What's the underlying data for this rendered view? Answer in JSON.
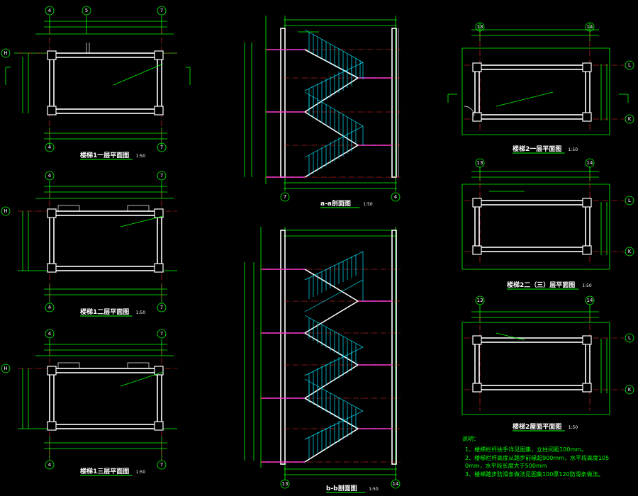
{
  "plans_left": [
    {
      "title": "楼梯1一层平面图",
      "scale": "1:50",
      "top_axes": [
        "4",
        "5",
        "7"
      ],
      "bottom_axes": [
        "4",
        "7"
      ],
      "side_axis": "H"
    },
    {
      "title": "楼梯1二层平面图",
      "scale": "1:50",
      "top_axes": [
        "4",
        "7"
      ],
      "bottom_axes": [
        "4",
        "7"
      ],
      "side_axis": "H"
    },
    {
      "title": "楼梯1三层平面图",
      "scale": "1:50",
      "top_axes": [
        "4",
        "7"
      ],
      "bottom_axes": [
        "4",
        "7"
      ],
      "side_axis": "H"
    }
  ],
  "sections": [
    {
      "title": "a-a剖面图",
      "scale": "1:50",
      "bottom_axes": [
        "7",
        "4"
      ]
    },
    {
      "title": "b-b剖面图",
      "scale": "1:50",
      "bottom_axes": [
        "13",
        "14"
      ]
    }
  ],
  "plans_right": [
    {
      "title": "楼梯2一层平面图",
      "scale": "1:50",
      "top_axes": [
        "13",
        "14"
      ],
      "side_axes": [
        "L",
        "K"
      ]
    },
    {
      "title": "楼梯2二（三）层平面图",
      "scale": "1:50",
      "top_axes": [
        "13",
        "14"
      ],
      "side_axes": [
        "L",
        "K"
      ]
    },
    {
      "title": "楼梯2屋面平面图",
      "scale": "1:50",
      "top_axes": [
        "13",
        "14"
      ],
      "side_axes": [
        "L",
        "K"
      ]
    }
  ],
  "notes": {
    "heading": "说明：",
    "items": [
      "1、楼梯栏杆扶手详见图集，立柱间距100mm。",
      "2、楼梯栏杆高度从踏步前缘起900mm，水平段高度1050mm，水平段长度大于500mm",
      "3、楼梯踏步防滑条做法见图集100厚120防滑条做法。"
    ]
  },
  "colors": {
    "background": "#000000",
    "lines": "#00ff00",
    "walls": "#ffffff",
    "railing": "#00e5ff",
    "axis": "#ff3030",
    "slab": "#ff40ff"
  }
}
